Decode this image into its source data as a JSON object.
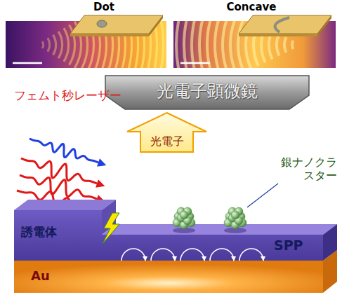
{
  "diagram": {
    "nodes": [
      {
        "text": [
          "Dot"
        ]
      },
      {
        "text": [
          "Concave"
        ]
      },
      {
        "text": [
          "光電子顕微鏡"
        ]
      },
      {
        "text": [
          "光電子"
        ]
      },
      {
        "text": [
          "誘電体",
          "SPP"
        ]
      },
      {
        "text": [
          "Au"
        ]
      }
    ],
    "labels": [
      "フェムト秒レーザー",
      "銀ナノクラスター"
    ]
  }
}
